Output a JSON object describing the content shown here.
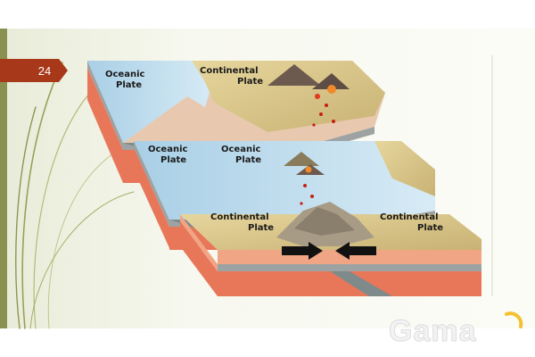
{
  "slide": {
    "number": "24"
  },
  "diagram": {
    "panels": [
      {
        "left_label": [
          "Oceanic",
          "Plate"
        ],
        "right_label": [
          "Continental",
          "Plate"
        ]
      },
      {
        "left_label": [
          "Oceanic",
          "Plate"
        ],
        "right_label": [
          "Oceanic",
          "Plate"
        ]
      },
      {
        "left_label": [
          "Continental",
          "Plate"
        ],
        "right_label": [
          "Continental",
          "Plate"
        ]
      }
    ]
  },
  "watermark": {
    "text": "Gama"
  },
  "colors": {
    "accent_red": "#a8381a",
    "frame_green": "#8a9150",
    "mantle": "#e8775a",
    "plate_gray": "#9da3a3",
    "ocean": "#b7d9ec",
    "land": "#dcc78a"
  }
}
